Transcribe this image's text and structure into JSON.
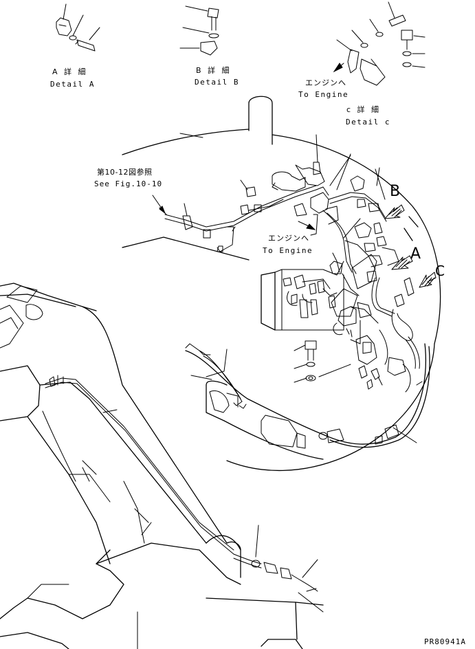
{
  "labels": {
    "detail_a_jp": "A 詳 細",
    "detail_a_en": "Detail A",
    "detail_b_jp": "B 詳 細",
    "detail_b_en": "Detail B",
    "detail_c_jp": "c 詳 細",
    "detail_c_en": "Detail c",
    "to_engine_top_jp": "エンジンへ",
    "to_engine_top_en": "To Engine",
    "to_engine_mid_jp": "エンジンへ",
    "to_engine_mid_en": "To Engine",
    "see_fig_jp": "第10-12図参照",
    "see_fig_en": "See Fig.10-10",
    "view_b": "B",
    "view_a": "A",
    "view_c": "C",
    "drawing_number": "PR80941A"
  }
}
